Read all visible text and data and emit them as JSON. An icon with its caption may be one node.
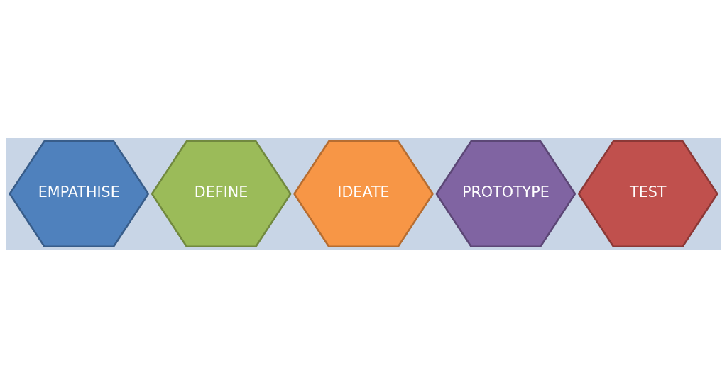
{
  "diagram": {
    "nodes": [
      {
        "text": [
          "EMPATHISE"
        ]
      },
      {
        "text": [
          "DEFINE"
        ]
      },
      {
        "text": [
          "IDEATE"
        ]
      },
      {
        "text": [
          "PROTOTYPE"
        ]
      },
      {
        "text": [
          "TEST"
        ]
      }
    ]
  }
}
